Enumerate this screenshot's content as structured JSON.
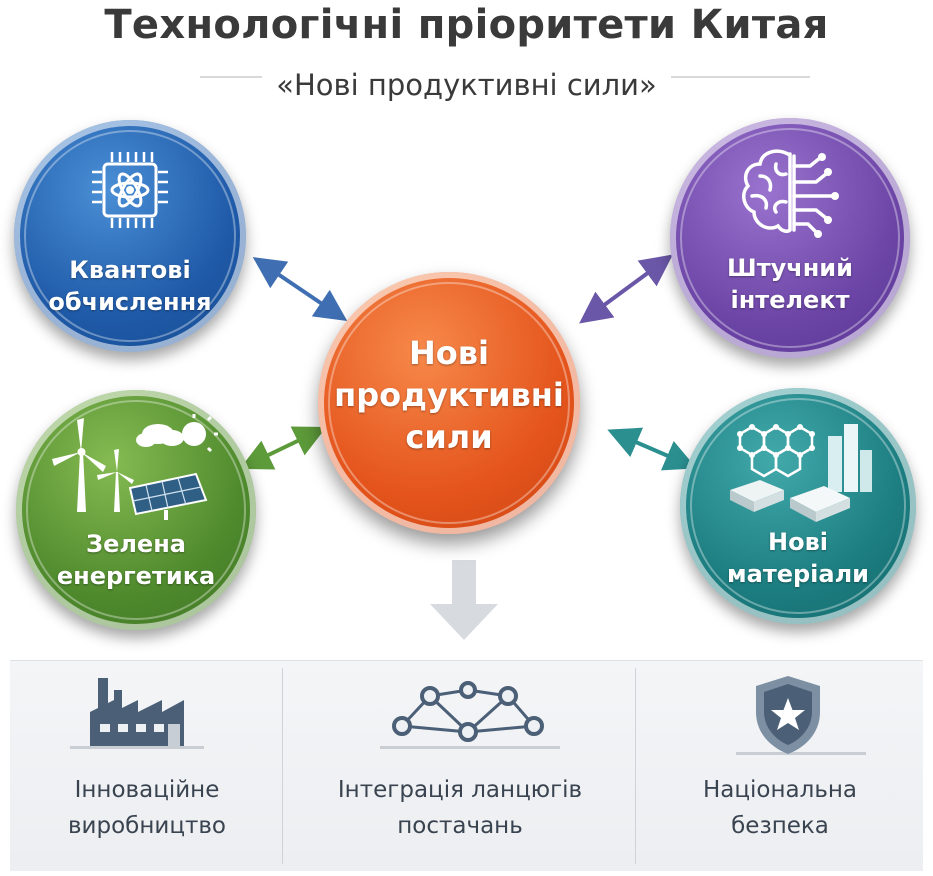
{
  "header": {
    "title": "Технологічні пріоритети Китая",
    "subtitle": "«Нові продуктивні сили»"
  },
  "center": {
    "lines": [
      "Нові",
      "продуктивні",
      "сили"
    ],
    "color": "#e4541c"
  },
  "nodes": [
    {
      "id": "quantum",
      "lines": [
        "Квантові",
        "обчислення"
      ],
      "icon": "quantum-chip-icon",
      "color": "#1f5aa8"
    },
    {
      "id": "ai",
      "lines": [
        "Штучний",
        "інтелект"
      ],
      "icon": "brain-circuit-icon",
      "color": "#6c45a6"
    },
    {
      "id": "green",
      "lines": [
        "Зелена",
        "енергетика"
      ],
      "icon": "wind-solar-icon",
      "color": "#4f8a2d"
    },
    {
      "id": "materials",
      "lines": [
        "Нові",
        "матеріали"
      ],
      "icon": "graphene-materials-icon",
      "color": "#1c7d80"
    }
  ],
  "outcomes": [
    {
      "id": "manufacturing",
      "lines": [
        "Інноваційне",
        "виробництво"
      ],
      "icon": "factory-icon"
    },
    {
      "id": "supply",
      "lines": [
        "Інтеграція ланцюгів",
        "постачань"
      ],
      "icon": "network-icon"
    },
    {
      "id": "security",
      "lines": [
        "Національна",
        "безпека"
      ],
      "icon": "shield-star-icon"
    }
  ]
}
